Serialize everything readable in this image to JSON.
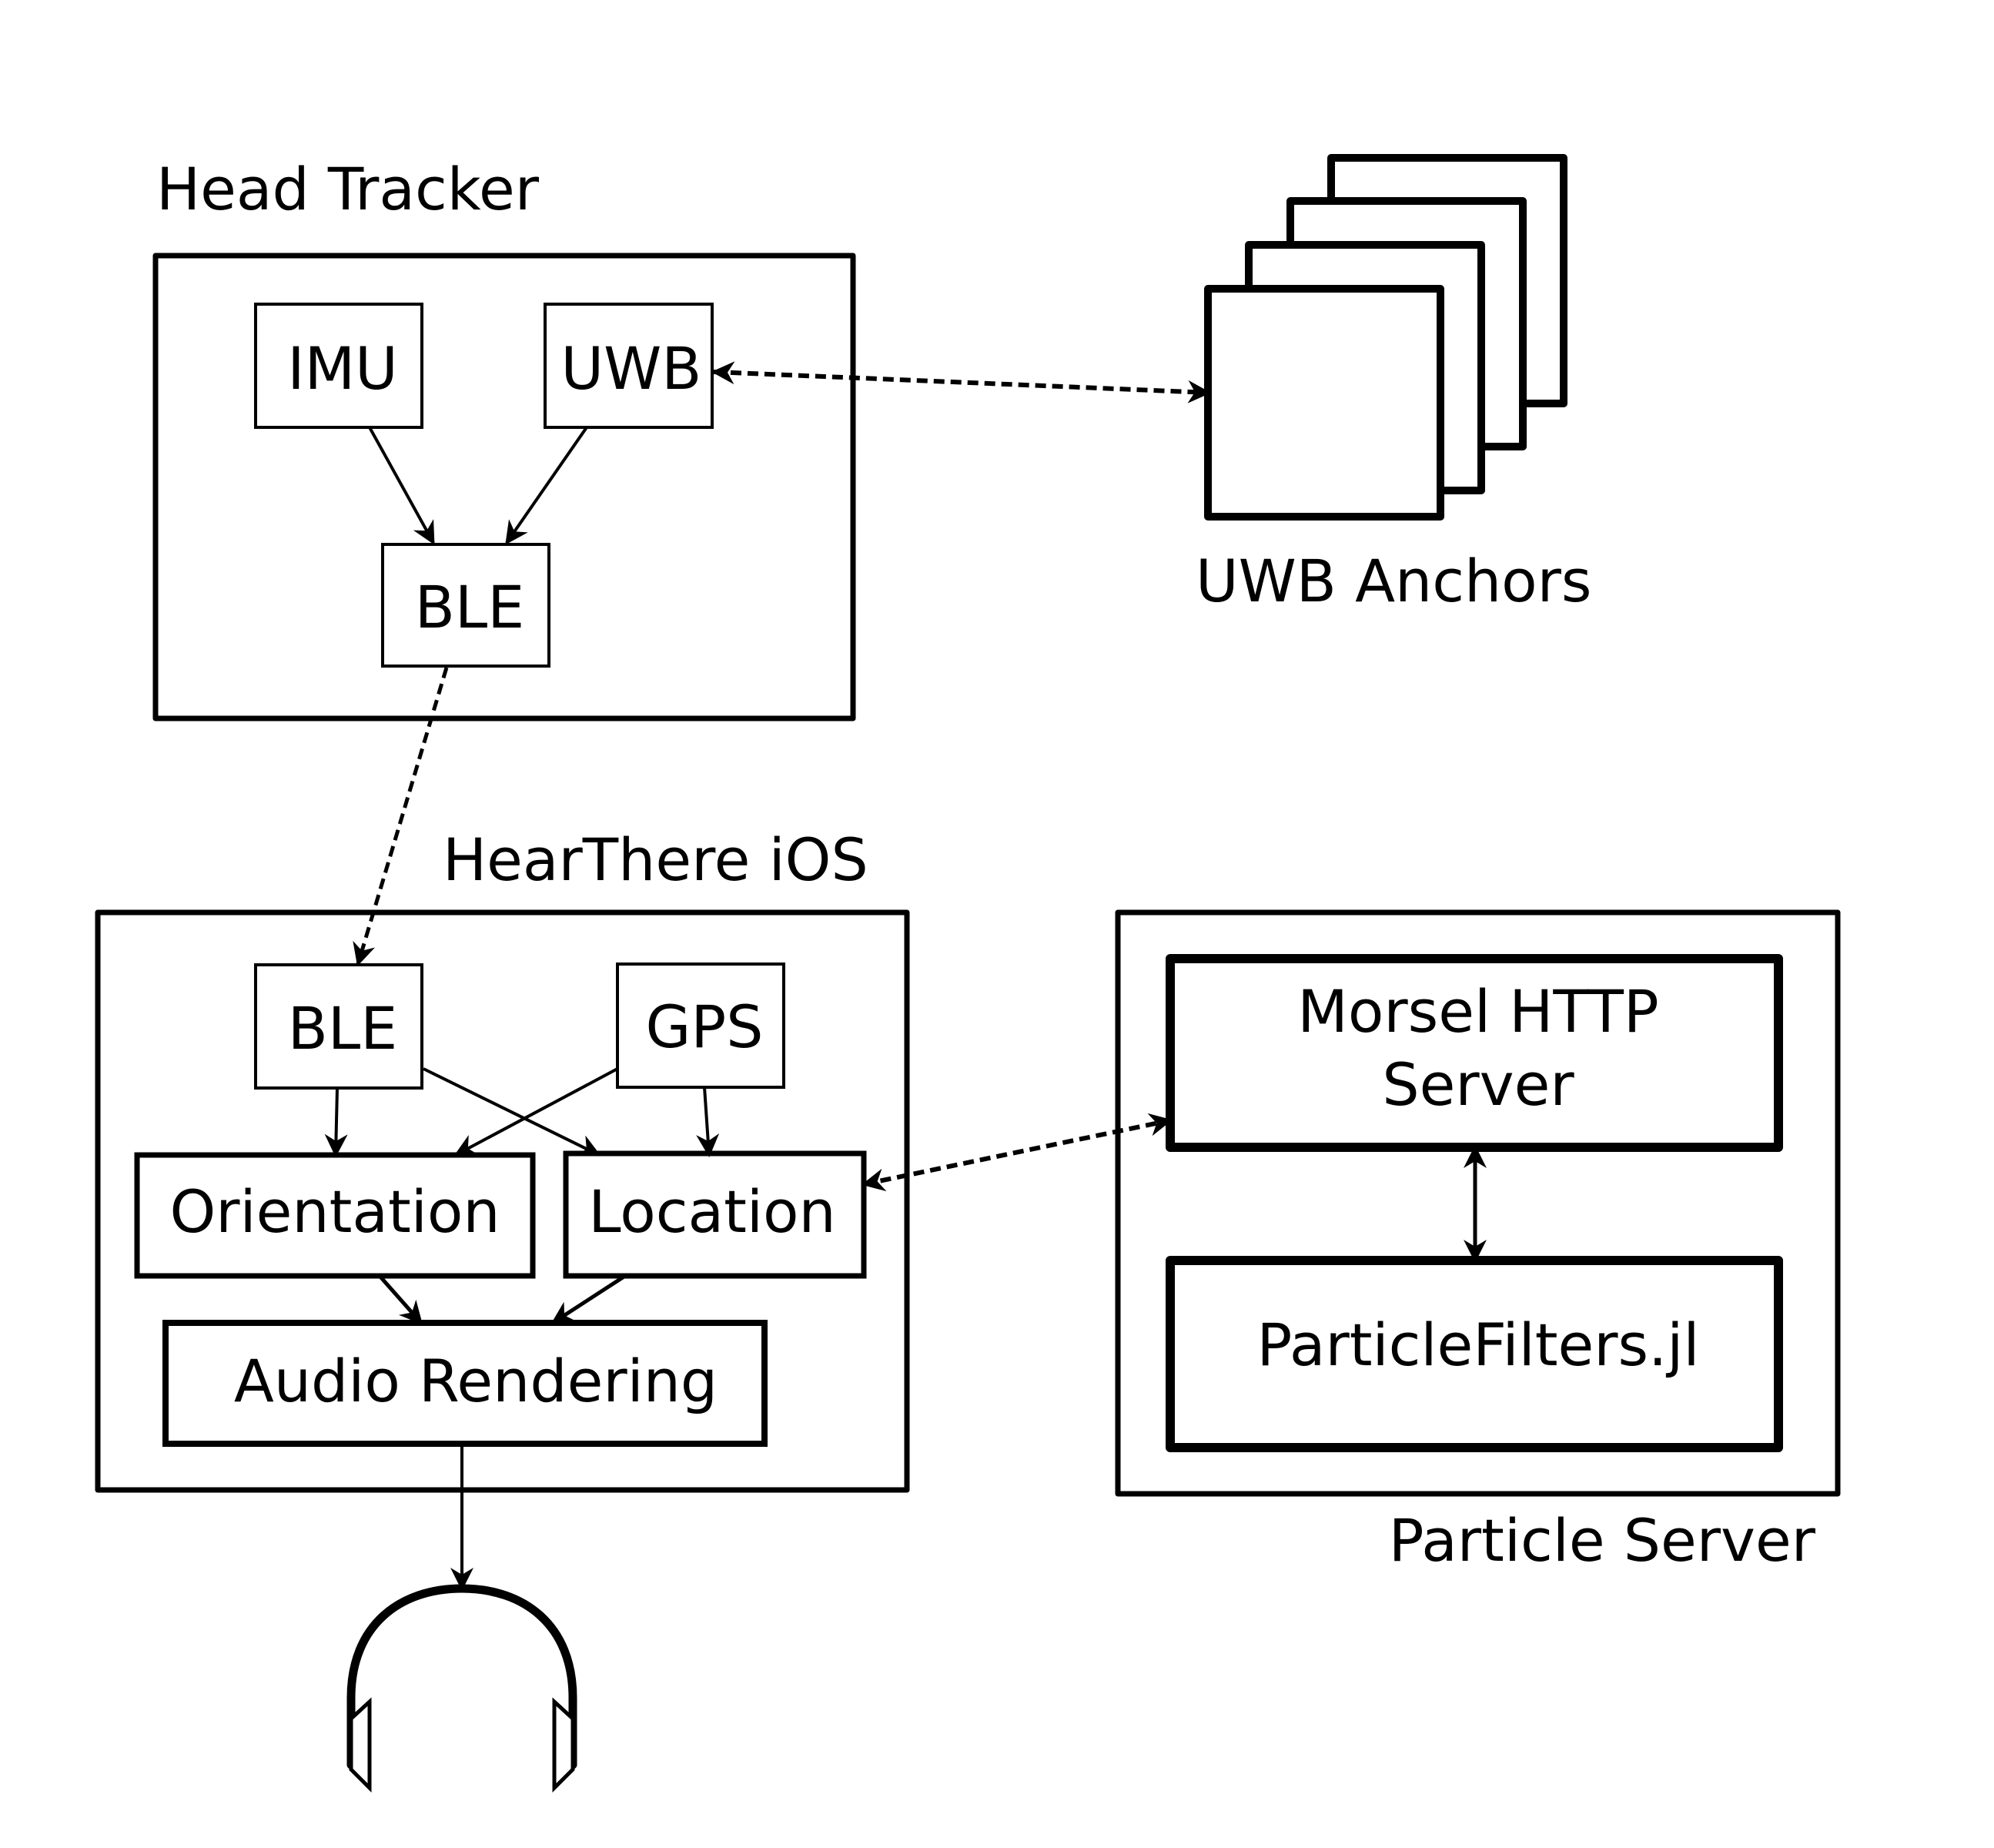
{
  "colors": {
    "stroke": "#000000",
    "background": "#ffffff"
  },
  "groups": {
    "head_tracker": {
      "title": "Head Tracker"
    },
    "uwb_anchors": {
      "title": "UWB Anchors",
      "count": 4
    },
    "hearthere_ios": {
      "title": "HearThere iOS"
    },
    "particle_server": {
      "title": "Particle Server"
    }
  },
  "nodes": {
    "ht_imu": "IMU",
    "ht_uwb": "UWB",
    "ht_ble": "BLE",
    "ios_ble": "BLE",
    "ios_gps": "GPS",
    "ios_orientation": "Orientation",
    "ios_location": "Location",
    "ios_audio": "Audio Rendering",
    "ps_morsel_line1": "Morsel HTTP",
    "ps_morsel_line2": "Server",
    "ps_particlefilters": "ParticleFilters.jl"
  },
  "edges": [
    {
      "from": "IMU",
      "to": "BLE (Head Tracker)",
      "style": "solid",
      "direction": "forward"
    },
    {
      "from": "UWB",
      "to": "BLE (Head Tracker)",
      "style": "solid",
      "direction": "forward"
    },
    {
      "from": "UWB",
      "to": "UWB Anchors",
      "style": "dashed",
      "direction": "both"
    },
    {
      "from": "BLE (Head Tracker)",
      "to": "BLE (HearThere iOS)",
      "style": "dashed",
      "direction": "forward"
    },
    {
      "from": "BLE (HearThere iOS)",
      "to": "Orientation",
      "style": "solid",
      "direction": "forward"
    },
    {
      "from": "BLE (HearThere iOS)",
      "to": "Location",
      "style": "solid",
      "direction": "forward"
    },
    {
      "from": "GPS",
      "to": "Orientation",
      "style": "solid",
      "direction": "forward"
    },
    {
      "from": "GPS",
      "to": "Location",
      "style": "solid",
      "direction": "forward"
    },
    {
      "from": "Orientation",
      "to": "Audio Rendering",
      "style": "solid",
      "direction": "forward"
    },
    {
      "from": "Location",
      "to": "Audio Rendering",
      "style": "solid",
      "direction": "forward"
    },
    {
      "from": "Location",
      "to": "Morsel HTTP Server",
      "style": "dashed",
      "direction": "both"
    },
    {
      "from": "Morsel HTTP Server",
      "to": "ParticleFilters.jl",
      "style": "solid",
      "direction": "both"
    },
    {
      "from": "Audio Rendering",
      "to": "Headphones",
      "style": "solid",
      "direction": "forward"
    }
  ],
  "icons": {
    "output_device": "headphones-icon"
  }
}
